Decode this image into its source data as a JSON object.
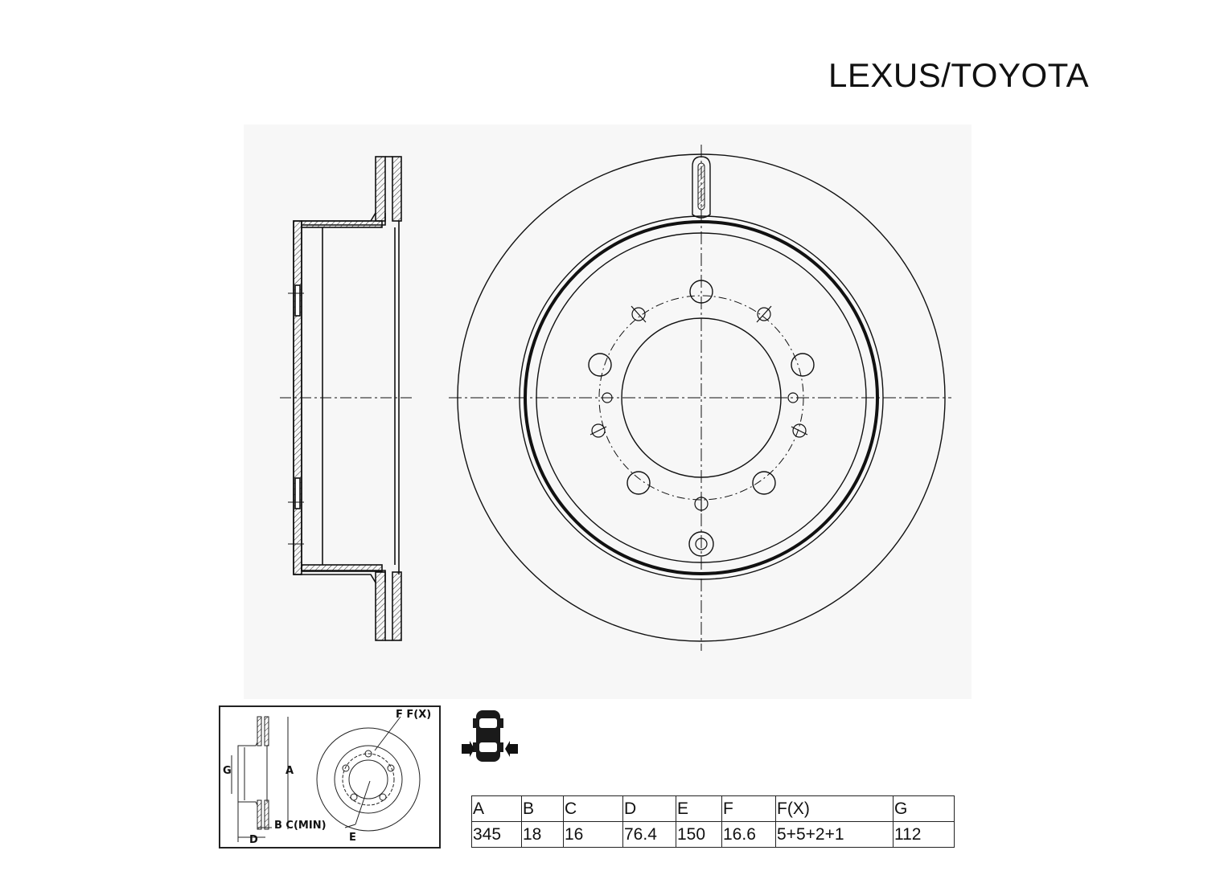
{
  "brand": "LEXUS/TOYOTA",
  "legend": {
    "labels": {
      "f_fx": "F F(X)",
      "g": "G",
      "a": "A",
      "b_cmin": "B C(MIN)",
      "d": "D",
      "e": "E"
    }
  },
  "icons": {
    "car": "car-rear-axle-icon"
  },
  "spec_table": {
    "headers": [
      "A",
      "B",
      "C",
      "D",
      "E",
      "F",
      "F(X)",
      "G"
    ],
    "values": [
      "345",
      "18",
      "16",
      "76.4",
      "150",
      "16.6",
      "5+5+2+1",
      "112"
    ]
  }
}
